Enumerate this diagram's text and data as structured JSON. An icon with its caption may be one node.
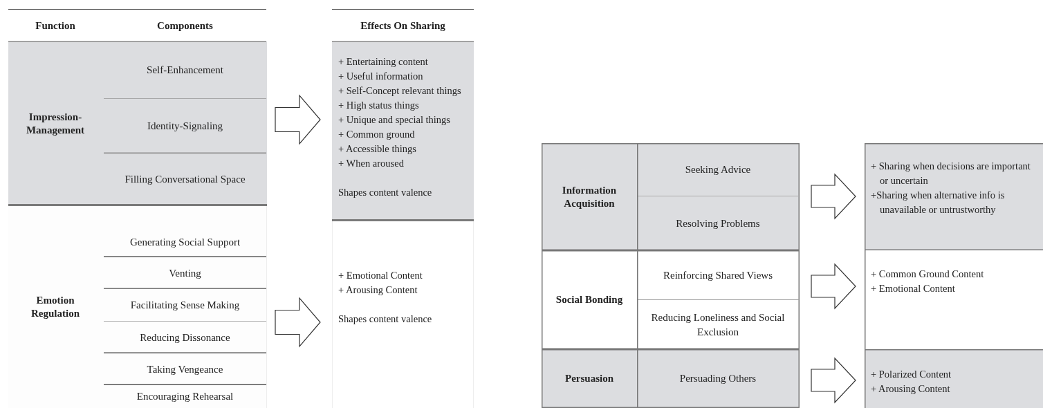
{
  "diagram": {
    "nodes": [
      {
        "text": [
          "Impression-Management"
        ]
      },
      {
        "text": [
          "Self-Enhancement"
        ],
        "in": 0
      },
      {
        "text": [
          "Identity-Signaling"
        ],
        "in": 0
      },
      {
        "text": [
          "Filling Conversational Space"
        ],
        "in": 0
      },
      {
        "text": [
          "Emotion Regulation"
        ]
      },
      {
        "text": [
          "Generating Social Support"
        ],
        "in": 4
      },
      {
        "text": [
          "Venting"
        ],
        "in": 4
      },
      {
        "text": [
          "Facilitating Sense Making"
        ],
        "in": 4
      },
      {
        "text": [
          "Reducing Dissonance"
        ],
        "in": 4
      },
      {
        "text": [
          "Taking Vengeance"
        ],
        "in": 4
      },
      {
        "text": [
          "Encouraging Rehearsal"
        ],
        "in": 4
      },
      {
        "text": [
          "+ Entertaining content",
          "+ Useful information",
          "+ Self-Concept relevant things",
          "+ High status things",
          "+ Unique and special things",
          "+ Common ground",
          "+ Accessible things",
          "+ When aroused",
          "Shapes content valence"
        ]
      },
      {
        "text": [
          "+ Emotional Content",
          "+ Arousing Content",
          "Shapes content valence"
        ]
      },
      {
        "text": [
          "Information Acquisition"
        ]
      },
      {
        "text": [
          "Seeking Advice"
        ],
        "in": 13
      },
      {
        "text": [
          "Resolving Problems"
        ],
        "in": 13
      },
      {
        "text": [
          "Social Bonding"
        ]
      },
      {
        "text": [
          "Reinforcing Shared Views"
        ],
        "in": 16
      },
      {
        "text": [
          "Reducing Loneliness and Social Exclusion"
        ],
        "in": 16
      },
      {
        "text": [
          "Persuasion"
        ]
      },
      {
        "text": [
          "Persuading Others"
        ],
        "in": 19
      },
      {
        "text": [
          "+ Sharing when decisions are important or uncertain",
          "+Sharing when alternative info is unavailable or untrustworthy"
        ]
      },
      {
        "text": [
          "+ Common Ground Content",
          "+ Emotional Content"
        ]
      },
      {
        "text": [
          "+ Polarized Content",
          "+ Arousing Content"
        ]
      }
    ],
    "edges": [
      {
        "from": 0,
        "to": 11,
        "arrow": "to"
      },
      {
        "from": 4,
        "to": 12,
        "arrow": "to"
      },
      {
        "from": 13,
        "to": 21,
        "arrow": "to"
      },
      {
        "from": 16,
        "to": 22,
        "arrow": "to"
      },
      {
        "from": 19,
        "to": 23,
        "arrow": "to"
      }
    ],
    "labels": [
      "Function",
      "Components",
      "Effects On Sharing"
    ]
  }
}
